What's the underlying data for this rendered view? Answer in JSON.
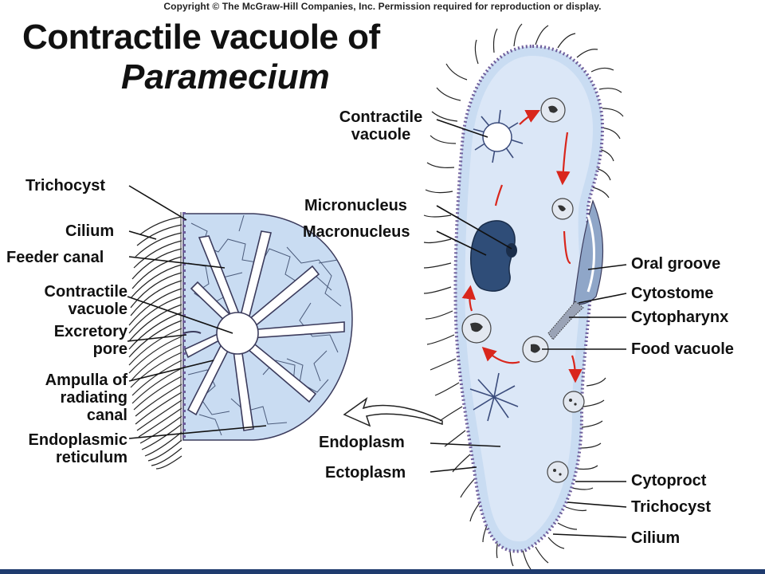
{
  "copyright": "Copyright © The McGraw-Hill Companies, Inc. Permission required for reproduction or display.",
  "title": {
    "line1": "Contractile vacuole of",
    "line2": "Paramecium"
  },
  "left_labels": {
    "trichocyst": "Trichocyst",
    "cilium": "Cilium",
    "feeder_canal": "Feeder canal",
    "contractile_vacuole_1": "Contractile",
    "contractile_vacuole_2": "vacuole",
    "excretory_pore_1": "Excretory",
    "excretory_pore_2": "pore",
    "ampulla_1": "Ampulla of",
    "ampulla_2": "radiating",
    "ampulla_3": "canal",
    "er_1": "Endoplasmic",
    "er_2": "reticulum"
  },
  "center_labels": {
    "contractile_vacuole_1": "Contractile",
    "contractile_vacuole_2": "vacuole",
    "micronucleus": "Micronucleus",
    "macronucleus": "Macronucleus",
    "endoplasm": "Endoplasm",
    "ectoplasm": "Ectoplasm"
  },
  "right_labels": {
    "oral_groove": "Oral groove",
    "cytostome": "Cytostome",
    "cytopharynx": "Cytopharynx",
    "food_vacuole": "Food vacuole",
    "cytoproct": "Cytoproct",
    "trichocyst": "Trichocyst",
    "cilium": "Cilium"
  },
  "colors": {
    "cell_fill": "#cfe0f5",
    "cell_light": "#e6eefa",
    "membrane": "#6f5f9c",
    "nucleus": "#2f4d78",
    "arrow": "#d9261c",
    "line": "#111111",
    "bottom_bar": "#1f3b6e"
  }
}
